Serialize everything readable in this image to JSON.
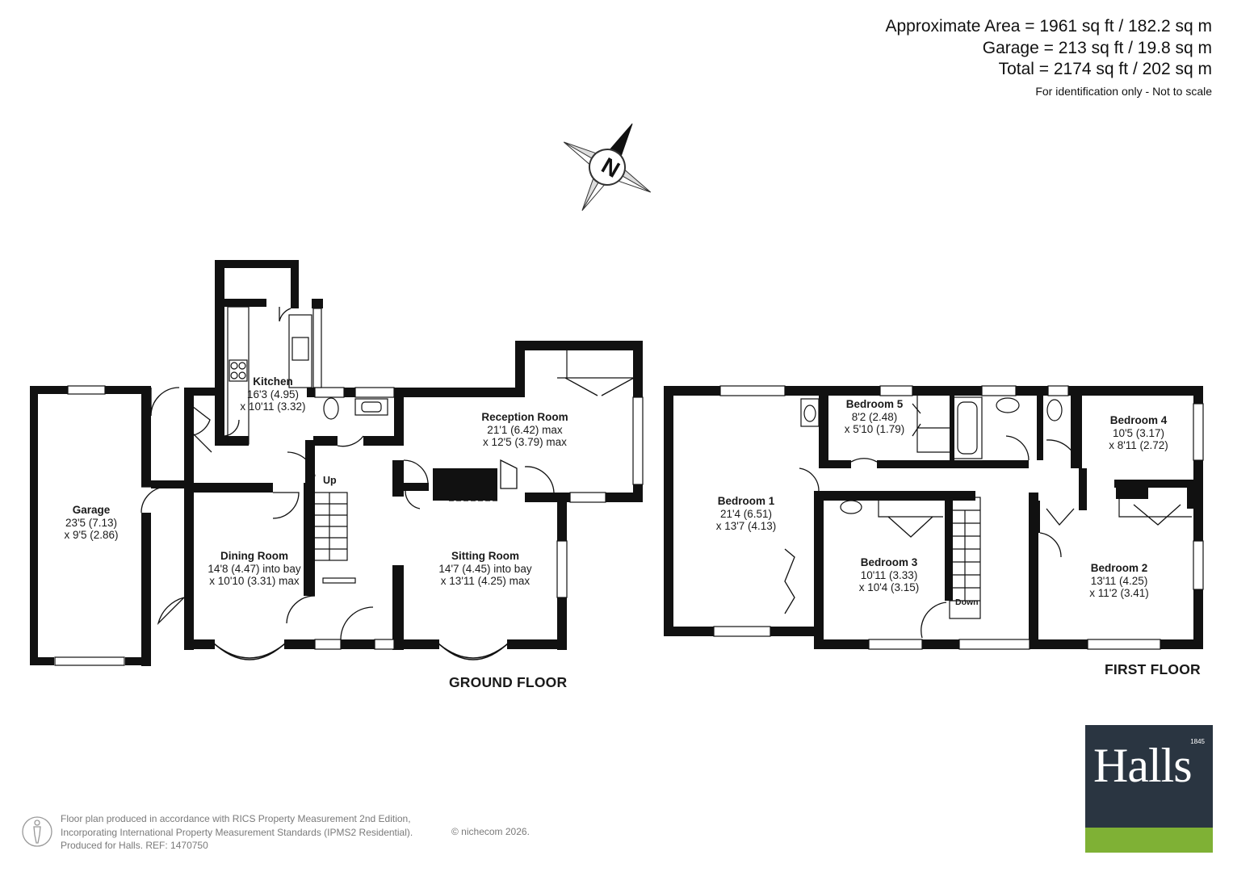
{
  "areas": {
    "approximate": "Approximate Area = 1961 sq ft / 182.2 sq m",
    "garage": "Garage = 213 sq ft / 19.8 sq m",
    "total": "Total = 2174 sq ft / 202 sq m",
    "note": "For identification only - Not to scale"
  },
  "compass": {
    "label": "N"
  },
  "floors": {
    "ground": "GROUND FLOOR",
    "first": "FIRST FLOOR"
  },
  "rooms": {
    "garage": {
      "name": "Garage",
      "l1": "23'5 (7.13)",
      "l2": "x 9'5 (2.86)"
    },
    "kitchen": {
      "name": "Kitchen",
      "l1": "16'3 (4.95)",
      "l2": "x 10'11 (3.32)"
    },
    "dining": {
      "name": "Dining Room",
      "l1": "14'8 (4.47) into bay",
      "l2": "x 10'10 (3.31) max"
    },
    "reception": {
      "name": "Reception Room",
      "l1": "21'1 (6.42) max",
      "l2": "x 12'5 (3.79) max"
    },
    "sitting": {
      "name": "Sitting Room",
      "l1": "14'7 (4.45) into bay",
      "l2": "x 13'11 (4.25) max"
    },
    "bed1": {
      "name": "Bedroom 1",
      "l1": "21'4 (6.51)",
      "l2": "x 13'7 (4.13)"
    },
    "bed5": {
      "name": "Bedroom 5",
      "l1": "8'2 (2.48)",
      "l2": "x 5'10 (1.79)"
    },
    "bed4": {
      "name": "Bedroom 4",
      "l1": "10'5 (3.17)",
      "l2": "x 8'11 (2.72)"
    },
    "bed3": {
      "name": "Bedroom 3",
      "l1": "10'11 (3.33)",
      "l2": "x 10'4 (3.15)"
    },
    "bed2": {
      "name": "Bedroom 2",
      "l1": "13'11 (4.25)",
      "l2": "x 11'2 (3.41)"
    }
  },
  "stairs": {
    "up": "Up",
    "down": "Down"
  },
  "footer": {
    "line1": "Floor plan produced in accordance with RICS Property Measurement 2nd Edition,",
    "line2": "Incorporating International Property Measurement Standards (IPMS2 Residential).",
    "line3": "Produced for Halls.   REF: 1470750",
    "copyright": "© nichecom 2026."
  },
  "logo": {
    "name": "Halls",
    "year": "1845"
  },
  "colors": {
    "wall": "#111111",
    "logo_bg": "#2a3541",
    "logo_bar": "#7fb135"
  }
}
